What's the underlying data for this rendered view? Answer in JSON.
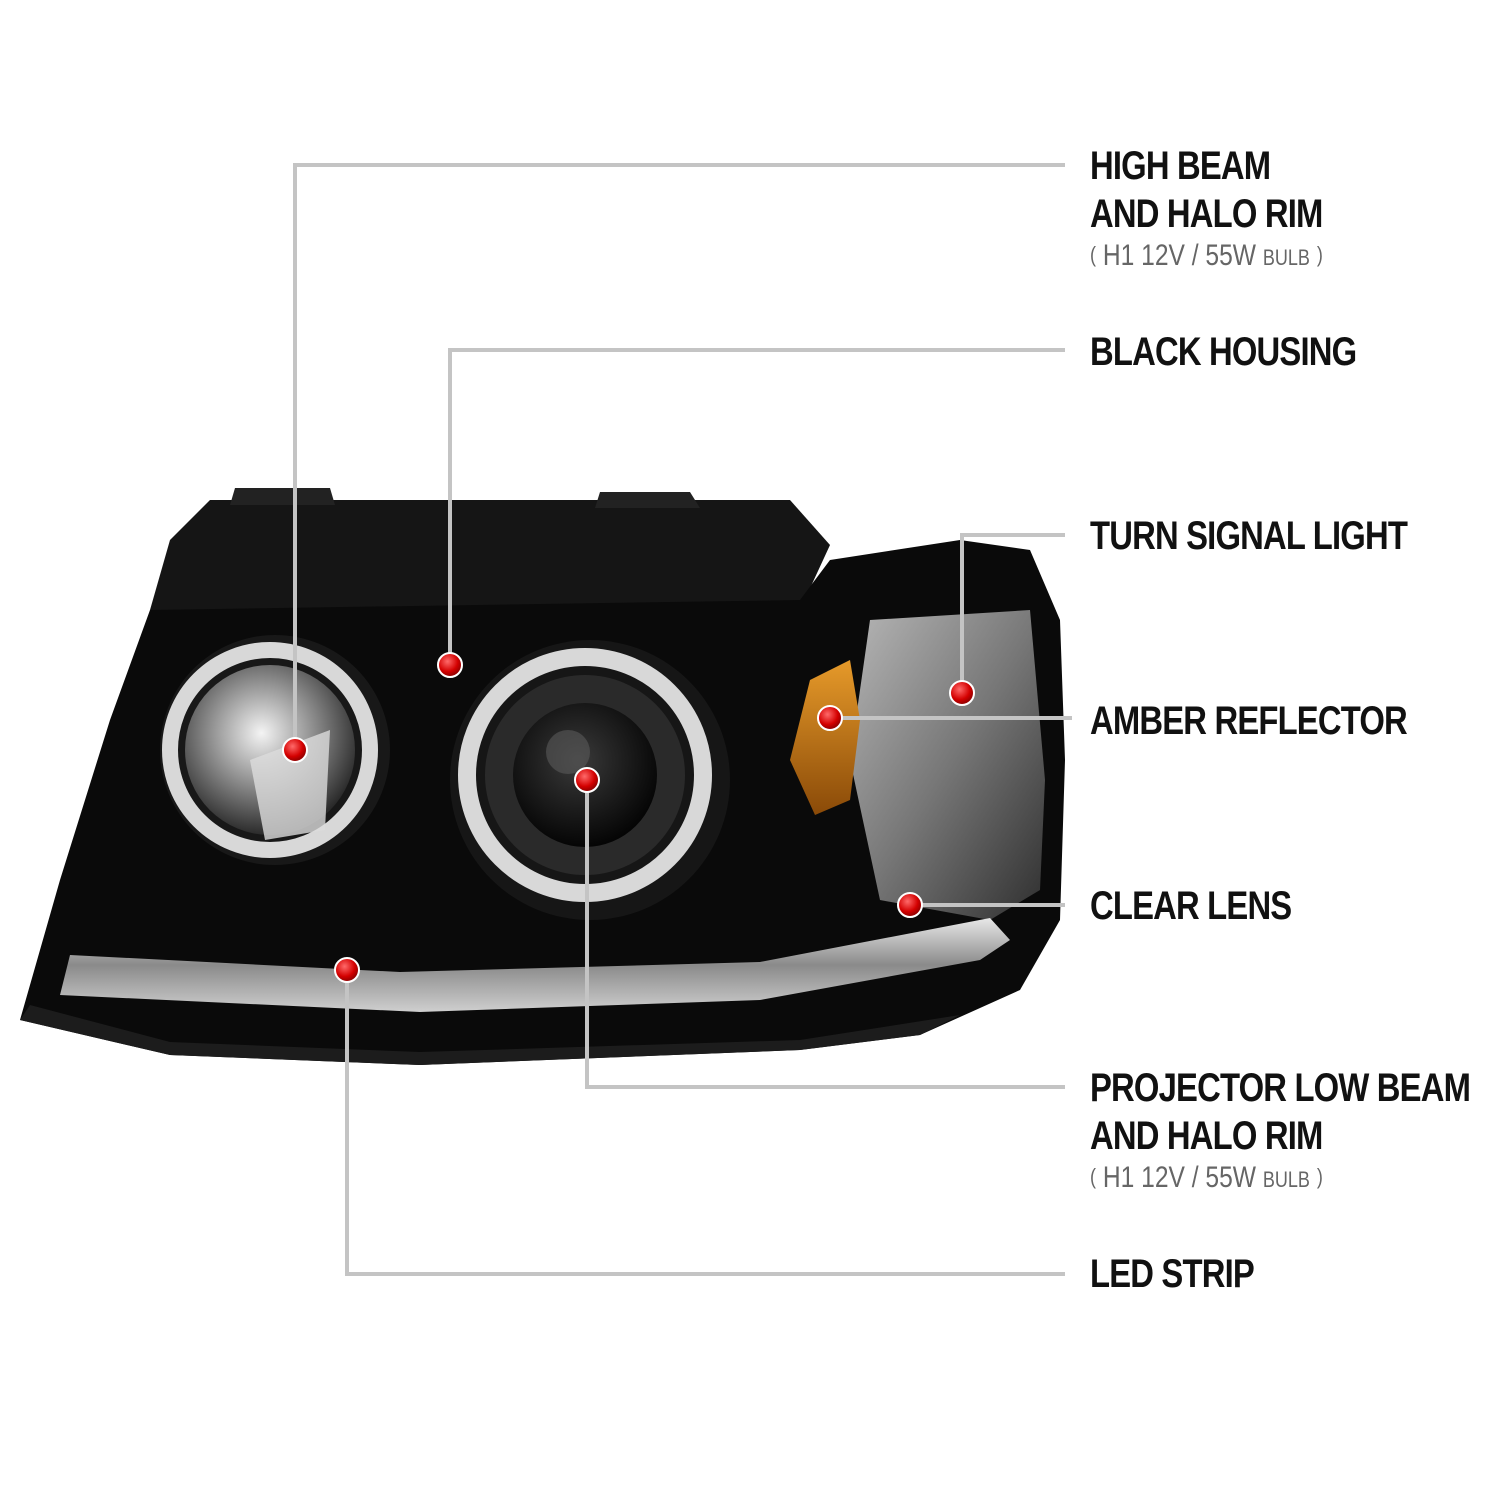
{
  "colors": {
    "leader_line": "#c4c4c4",
    "marker_dot": "#d40000",
    "housing": "#0a0a0a",
    "amber": "#c87810",
    "label_text": "#111111",
    "spec_text": "#666666"
  },
  "callouts": [
    {
      "id": "high-beam",
      "lines": [
        "HIGH BEAM",
        "AND HALO RIM"
      ],
      "spec": {
        "open": "(",
        "main": "H1  12V / 55W",
        "suffix": "BULB",
        "close": ")"
      }
    },
    {
      "id": "black-housing",
      "lines": [
        "BLACK HOUSING"
      ]
    },
    {
      "id": "turn-signal",
      "lines": [
        "TURN SIGNAL LIGHT"
      ]
    },
    {
      "id": "amber-reflector",
      "lines": [
        "AMBER REFLECTOR"
      ]
    },
    {
      "id": "clear-lens",
      "lines": [
        "CLEAR LENS"
      ]
    },
    {
      "id": "projector-low-beam",
      "lines": [
        "PROJECTOR LOW BEAM",
        "AND HALO RIM"
      ],
      "spec": {
        "open": "(",
        "main": "H1  12V / 55W",
        "suffix": "BULB",
        "close": ")"
      }
    },
    {
      "id": "led-strip",
      "lines": [
        "LED STRIP"
      ]
    }
  ]
}
